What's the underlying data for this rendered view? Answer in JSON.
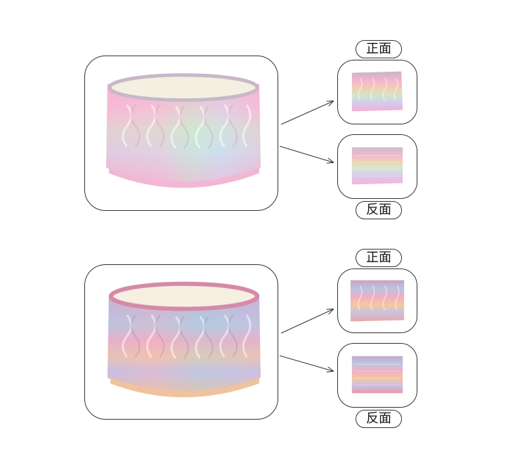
{
  "items": [
    {
      "front_label": "正面",
      "back_label": "反面",
      "stripe_colors": [
        "#f5aed0",
        "#f7c1d8",
        "#e8d6a8",
        "#cde6c8",
        "#bfe3e6",
        "#d9c7ec",
        "#f6b3d4"
      ],
      "rim_color": "#c9b2c6",
      "lining_color": "#f4efe0"
    },
    {
      "front_label": "正面",
      "back_label": "反面",
      "stripe_colors": [
        "#c9b6d8",
        "#b9c6e4",
        "#a9cbe0",
        "#f3b0c0",
        "#f6c59c",
        "#e9c6e6",
        "#efc39d"
      ],
      "rim_color": "#d88fa8",
      "lining_color": "#f6efe2"
    }
  ]
}
